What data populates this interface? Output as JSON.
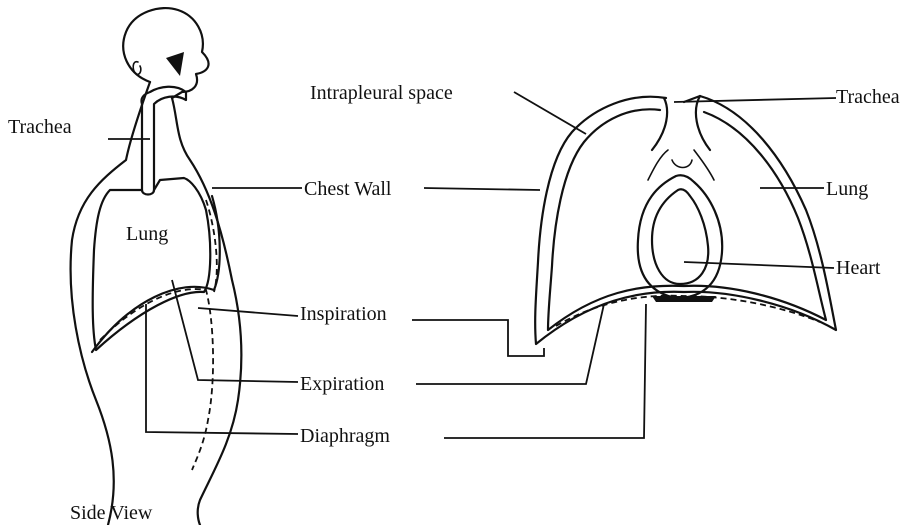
{
  "labels": {
    "trachea_side": "Trachea",
    "lung_side": "Lung",
    "chest_wall": "Chest Wall",
    "inspiration": "Inspiration",
    "expiration": "Expiration",
    "diaphragm": "Diaphragm",
    "side_view": "Side View",
    "intrapleural_space": "Intrapleural space",
    "trachea_front": "Trachea",
    "lung_front": "Lung",
    "heart": "Heart"
  }
}
